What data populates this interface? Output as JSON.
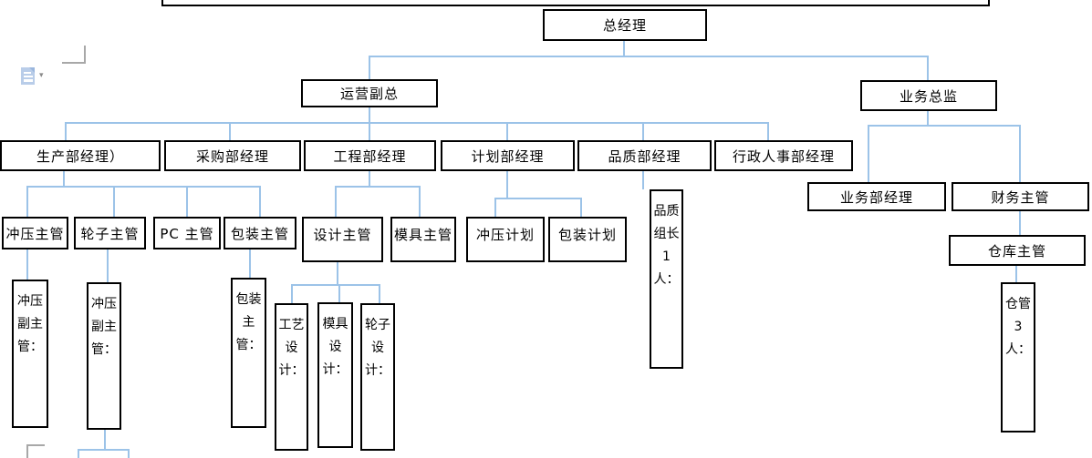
{
  "org_chart": {
    "title_hint": "company organization chart (top title box cut off at screen edge)",
    "connector_color": "#9CC3E8",
    "box_border_color": "#000000",
    "nodes": {
      "gm": {
        "label": "总经理"
      },
      "ops_vp": {
        "label": "运营副总"
      },
      "biz_director": {
        "label": "业务总监"
      },
      "prod_mgr": {
        "label": "生产部经理）"
      },
      "purch_mgr": {
        "label": "采购部经理"
      },
      "eng_mgr": {
        "label": "工程部经理"
      },
      "plan_mgr": {
        "label": "计划部经理"
      },
      "qual_mgr": {
        "label": "品质部经理"
      },
      "hr_mgr": {
        "label": "行政人事部经理"
      },
      "stamp_sup": {
        "label": "冲压主管"
      },
      "wheel_sup": {
        "label": "轮子主管"
      },
      "pc_sup": {
        "label": "PC 主管"
      },
      "pack_sup": {
        "label": "包装主管"
      },
      "design_sup": {
        "label": "设计主管"
      },
      "mold_sup": {
        "label": "模具主管"
      },
      "stamp_plan": {
        "label": "冲压计划"
      },
      "pack_plan": {
        "label": "包装计划"
      },
      "qc_leader": {
        "label": "品质组长1人："
      },
      "biz_mgr": {
        "label": "业务部经理"
      },
      "fin_sup": {
        "label": "财务主管"
      },
      "wh_sup": {
        "label": "仓库主管"
      },
      "stamp_deputy1": {
        "label": "冲压副主管："
      },
      "stamp_deputy2": {
        "label": "冲压副主管："
      },
      "pack_sup_v": {
        "label": "包装主管："
      },
      "craft_design": {
        "label": "工艺设计："
      },
      "mold_design": {
        "label": "模具设计："
      },
      "wheel_design": {
        "label": "轮子设计："
      },
      "wh_keeper": {
        "label": "仓管3人："
      }
    },
    "edges": [
      [
        "gm",
        "ops_vp"
      ],
      [
        "gm",
        "biz_director"
      ],
      [
        "ops_vp",
        "prod_mgr"
      ],
      [
        "ops_vp",
        "purch_mgr"
      ],
      [
        "ops_vp",
        "eng_mgr"
      ],
      [
        "ops_vp",
        "plan_mgr"
      ],
      [
        "ops_vp",
        "qual_mgr"
      ],
      [
        "ops_vp",
        "hr_mgr"
      ],
      [
        "prod_mgr",
        "stamp_sup"
      ],
      [
        "prod_mgr",
        "wheel_sup"
      ],
      [
        "prod_mgr",
        "pc_sup"
      ],
      [
        "prod_mgr",
        "pack_sup"
      ],
      [
        "eng_mgr",
        "design_sup"
      ],
      [
        "eng_mgr",
        "mold_sup"
      ],
      [
        "plan_mgr",
        "stamp_plan"
      ],
      [
        "plan_mgr",
        "pack_plan"
      ],
      [
        "qual_mgr",
        "qc_leader"
      ],
      [
        "biz_director",
        "biz_mgr"
      ],
      [
        "biz_director",
        "fin_sup"
      ],
      [
        "fin_sup",
        "wh_sup"
      ],
      [
        "wh_sup",
        "wh_keeper"
      ],
      [
        "stamp_sup",
        "stamp_deputy1"
      ],
      [
        "wheel_sup",
        "stamp_deputy2"
      ],
      [
        "pack_sup",
        "pack_sup_v"
      ],
      [
        "design_sup",
        "craft_design"
      ],
      [
        "design_sup",
        "mold_design"
      ],
      [
        "design_sup",
        "wheel_design"
      ]
    ]
  },
  "editor_ui": {
    "paste_options_icon": "paste-options-icon",
    "paste_dropdown_arrow": "▾"
  }
}
